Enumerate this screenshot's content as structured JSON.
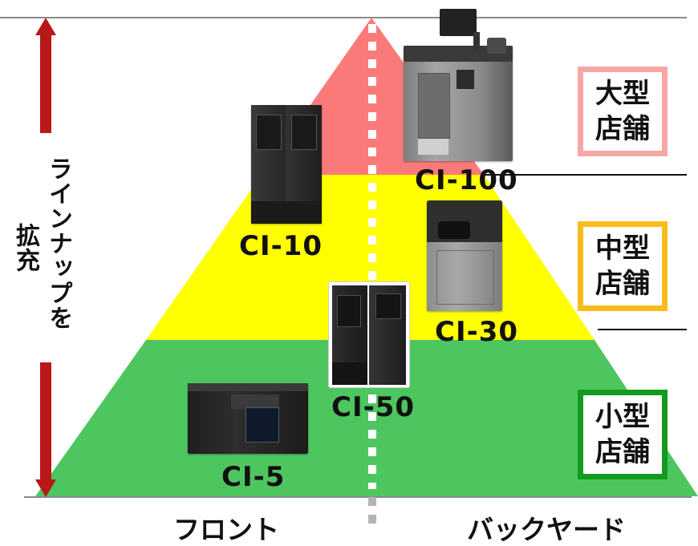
{
  "colors": {
    "top_tier": "#fa7a7a",
    "mid_tier": "#ffff00",
    "base_tier": "#4ec660",
    "arrow": "#b81818",
    "box_large": "#f7a6a6",
    "box_medium": "#f8bd1c",
    "box_small": "#139a1f"
  },
  "axis": {
    "vertical_label_right": "ラインナップを",
    "vertical_label_left": "拡充"
  },
  "tiers": [
    {
      "line1": "大型",
      "line2": "店舗"
    },
    {
      "line1": "中型",
      "line2": "店舗"
    },
    {
      "line1": "小型",
      "line2": "店舗"
    }
  ],
  "models": {
    "ci100": "CI-100",
    "ci10": "CI-10",
    "ci30": "CI-30",
    "ci50": "CI-50",
    "ci5": "CI-5"
  },
  "bottom": {
    "front": "フロント",
    "backyard": "バックヤード"
  }
}
